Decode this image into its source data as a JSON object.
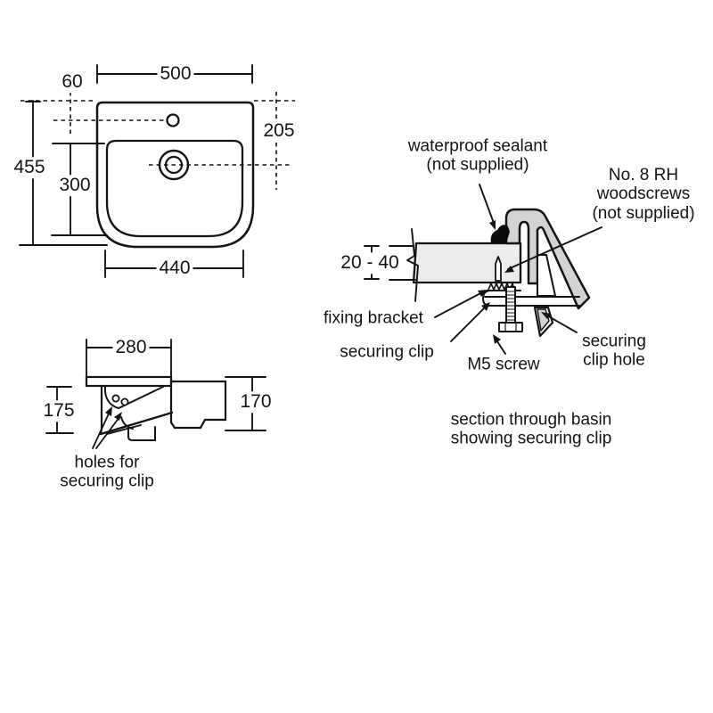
{
  "colors": {
    "line": "#141414",
    "ceramic_fill": "#d3d3d3",
    "shelf_fill": "#ececec",
    "sealant_fill": "#0a0a0a",
    "background": "#ffffff"
  },
  "plan_view": {
    "dims": {
      "overall_width": "500",
      "taphole_offset": "60",
      "drain_offset": "205",
      "overall_depth": "455",
      "bowl_depth": "300",
      "bottom_width": "440"
    }
  },
  "side_view": {
    "dims": {
      "ledge_width": "280",
      "left_height": "175",
      "right_height": "170"
    },
    "holes_label": {
      "line1": "holes for",
      "line2": "securing clip"
    }
  },
  "detail_view": {
    "labels": {
      "sealant_line1": "waterproof sealant",
      "sealant_line2": "(not supplied)",
      "woodscrews_line1": "No. 8 RH",
      "woodscrews_line2": "woodscrews",
      "woodscrews_line3": "(not supplied)",
      "panel_thickness": "20 - 40",
      "fixing_bracket": "fixing bracket",
      "securing_clip": "securing clip",
      "m5_screw": "M5 screw",
      "clip_hole_line1": "securing",
      "clip_hole_line2": "clip hole",
      "caption_line1": "section through basin",
      "caption_line2": "showing securing clip"
    }
  }
}
